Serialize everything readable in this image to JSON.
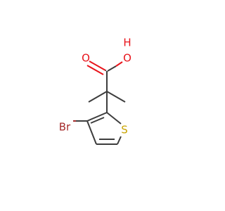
{
  "molecule": {
    "atoms": {
      "oxygen_carbonyl": "O",
      "oxygen_hydroxyl": "O",
      "hydrogen_hydroxyl": "H",
      "bromine": "Br",
      "sulfur": "S"
    },
    "colors": {
      "carbon_bond": "#3d3d3d",
      "oxygen": "#e8141b",
      "bromine": "#a52a2a",
      "sulfur": "#c9a400"
    }
  }
}
